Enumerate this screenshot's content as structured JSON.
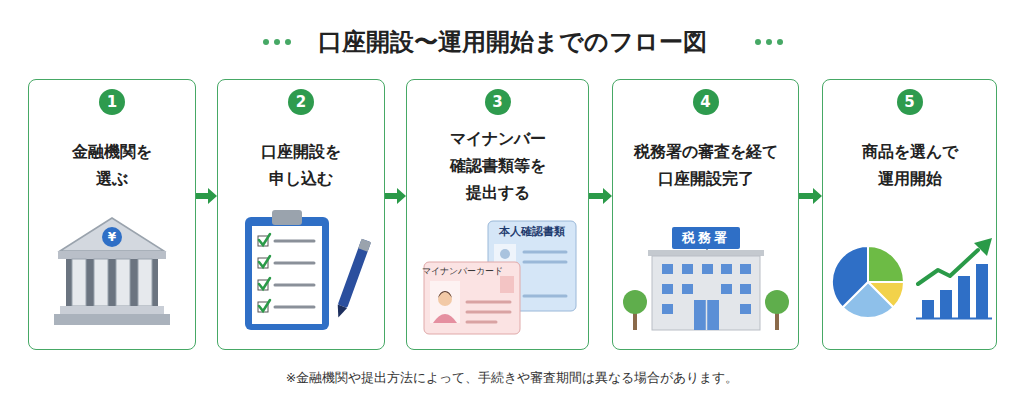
{
  "diagram": {
    "title": "口座開設〜運用開始までのフロー図",
    "caption": "※金融機関や提出方法によって、手続きや審査期間は異なる場合があります。",
    "nodes": [
      {
        "text": [
          "金融機関を 選ぶ"
        ]
      },
      {
        "text": [
          "1"
        ],
        "in": 0
      },
      {
        "text": [
          "口座開設を 申し込む"
        ]
      },
      {
        "text": [
          "2"
        ],
        "in": 2
      },
      {
        "text": [
          "マイナンバー 確認書類等を 提出する"
        ]
      },
      {
        "text": [
          "3"
        ],
        "in": 4
      },
      {
        "text": [
          "税務署の審査を経て 口座開設完了"
        ]
      },
      {
        "text": [
          "4"
        ],
        "in": 6
      },
      {
        "text": [
          "商品を選んで 運用開始"
        ]
      },
      {
        "text": [
          "5"
        ],
        "in": 8
      }
    ],
    "edges": [
      {
        "from": 0,
        "to": 2,
        "arrow": "to"
      },
      {
        "from": 2,
        "to": 4,
        "arrow": "to"
      },
      {
        "from": 4,
        "to": 6,
        "arrow": "to"
      },
      {
        "from": 6,
        "to": 8,
        "arrow": "to"
      }
    ],
    "labels": [
      "¥",
      "本人確認書類",
      "マイナンバーカード",
      "税務署"
    ]
  }
}
